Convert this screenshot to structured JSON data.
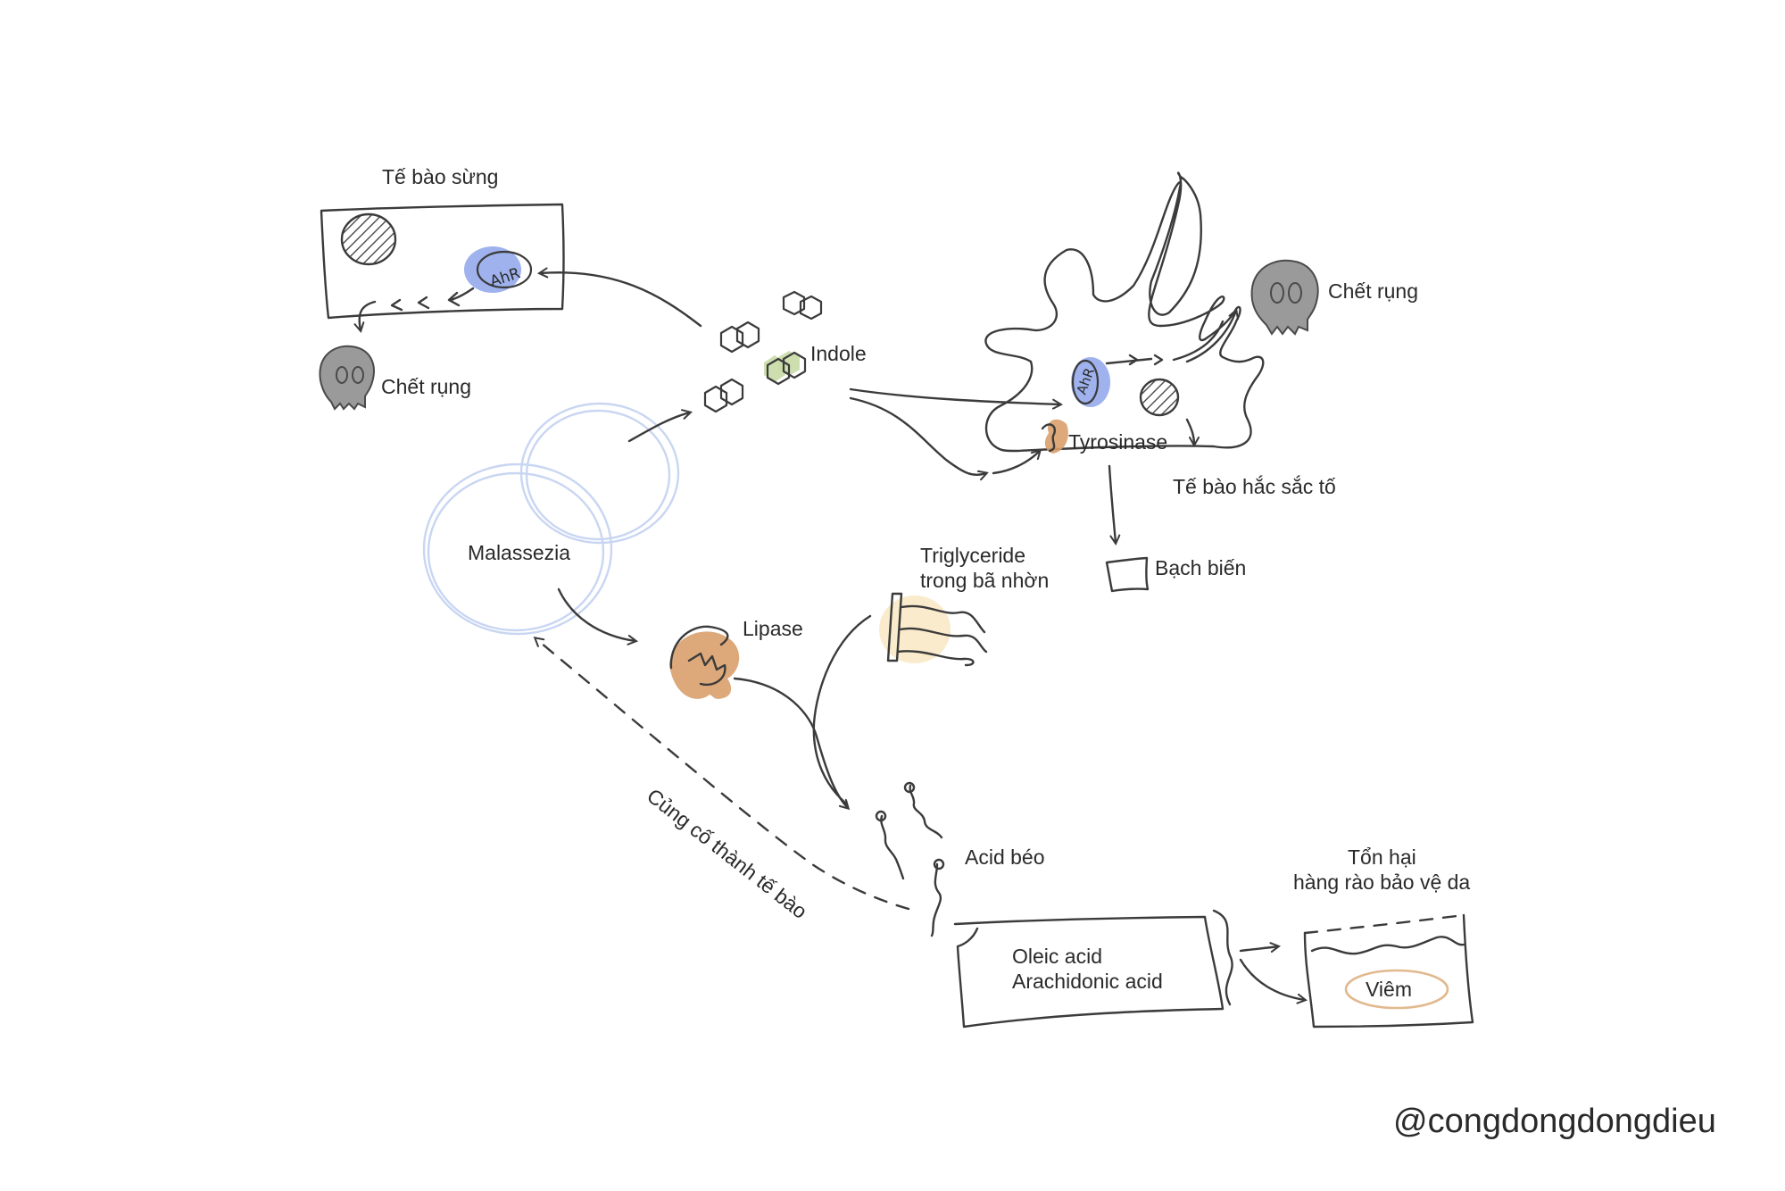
{
  "labels": {
    "keratinocyte": "Tế bào sừng",
    "death_left": "Chết rụng",
    "indole": "Indole",
    "death_right": "Chết rụng",
    "tyrosinase": "Tyrosinase",
    "melanocyte": "Tế bào hắc sắc tố",
    "vitiligo": "Bạch biến",
    "malassezia": "Malassezia",
    "triglyceride_line1": "Triglyceride",
    "triglyceride_line2": "trong bã nhờn",
    "lipase": "Lipase",
    "fatty_acid": "Acid béo",
    "cell_wall": "Củng cố thành tế bào",
    "barrier_line1": "Tổn hại",
    "barrier_line2": "hàng rào bảo vệ da",
    "oleic": "Oleic acid",
    "arachidonic": "Arachidonic acid",
    "inflammation": "Viêm",
    "ahr_left": "AhR",
    "ahr_right": "AhR"
  },
  "watermark": "@congdongdongdieu",
  "colors": {
    "ink": "#3b3b3b",
    "ahr_blue": "#8ea5ea",
    "malassezia_blue": "#c9d6f2",
    "lipase_orange": "#d9a06b",
    "indole_green": "#c9dba6",
    "triglyceride_yellow": "#f8e8c2",
    "skull_grey": "#9a9a9a",
    "inflammation_ring": "#e2b98f"
  },
  "icons": [
    "skull-icon",
    "nucleus-icon",
    "ahr-receptor-icon",
    "indole-molecule-icon",
    "lipase-enzyme-icon",
    "triglyceride-icon",
    "fatty-acid-icon",
    "tyrosinase-enzyme-icon"
  ]
}
